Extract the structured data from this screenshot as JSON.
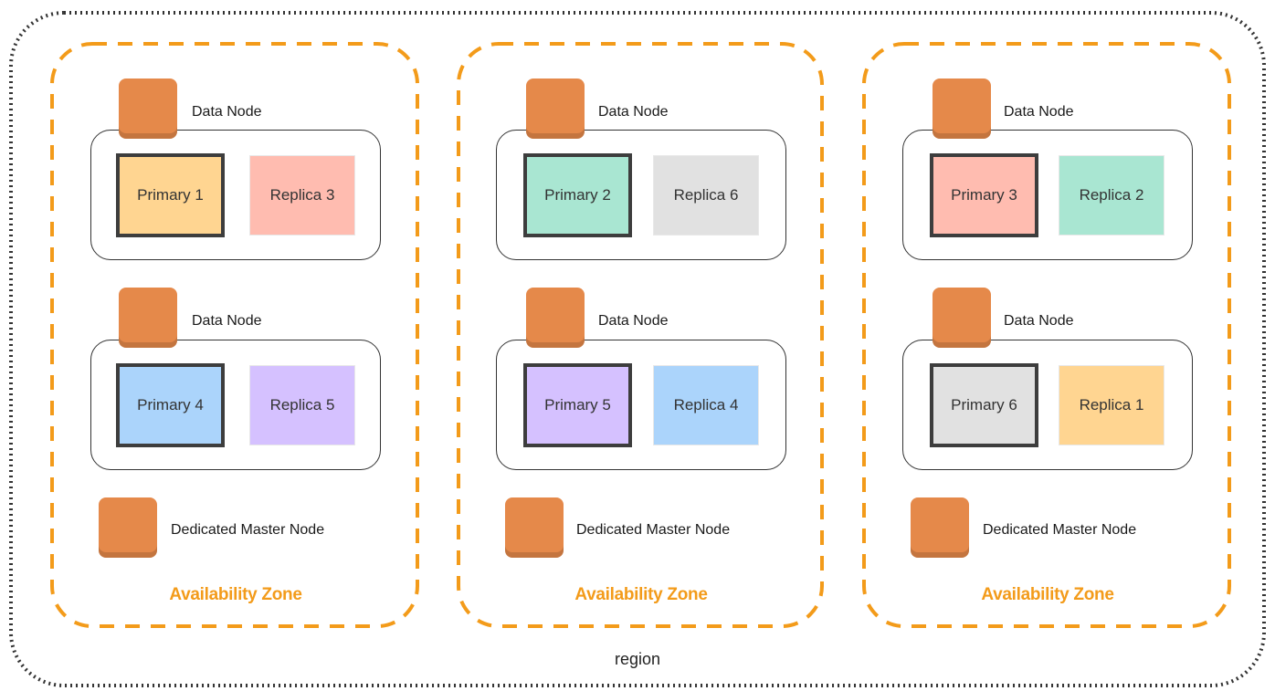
{
  "colors": {
    "zone_border": "#f39b1a",
    "zone_label": "#f39b1a",
    "node_icon": "#e5894a",
    "region_border": "#333333"
  },
  "region": {
    "label": "region"
  },
  "zones": [
    {
      "label": "Availability Zone",
      "data_nodes": [
        {
          "label": "Data Node",
          "primary": {
            "label": "Primary 1",
            "color": "#ffd591"
          },
          "replica": {
            "label": "Replica 3",
            "color": "#ffbcb0"
          }
        },
        {
          "label": "Data Node",
          "primary": {
            "label": "Primary 4",
            "color": "#abd4fb"
          },
          "replica": {
            "label": "Replica 5",
            "color": "#d5c1ff"
          }
        }
      ],
      "master": {
        "label": "Dedicated Master Node"
      }
    },
    {
      "label": "Availability Zone",
      "data_nodes": [
        {
          "label": "Data Node",
          "primary": {
            "label": "Primary 2",
            "color": "#a9e6d2"
          },
          "replica": {
            "label": "Replica 6",
            "color": "#e1e1e1"
          }
        },
        {
          "label": "Data Node",
          "primary": {
            "label": "Primary 5",
            "color": "#d5c1ff"
          },
          "replica": {
            "label": "Replica 4",
            "color": "#abd4fb"
          }
        }
      ],
      "master": {
        "label": "Dedicated Master Node"
      }
    },
    {
      "label": "Availability Zone",
      "data_nodes": [
        {
          "label": "Data Node",
          "primary": {
            "label": "Primary 3",
            "color": "#ffbcb0"
          },
          "replica": {
            "label": "Replica 2",
            "color": "#a9e6d2"
          }
        },
        {
          "label": "Data Node",
          "primary": {
            "label": "Primary 6",
            "color": "#e1e1e1"
          },
          "replica": {
            "label": "Replica 1",
            "color": "#ffd591"
          }
        }
      ],
      "master": {
        "label": "Dedicated Master Node"
      }
    }
  ]
}
